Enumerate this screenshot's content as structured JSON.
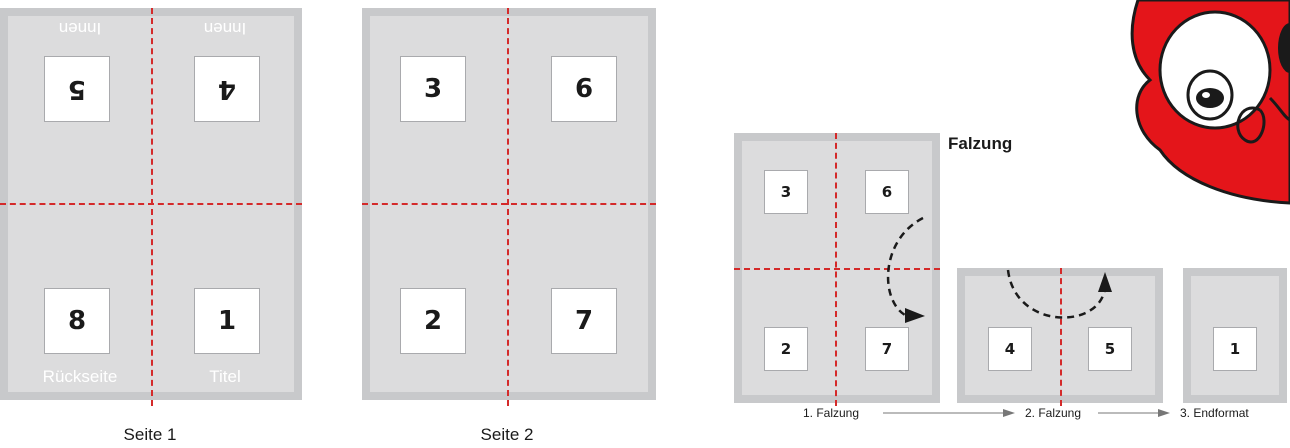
{
  "sheet1": {
    "caption": "Seite 1",
    "top_label_left": "Innen",
    "top_label_right": "Innen",
    "bottom_label_left": "Rückseite",
    "bottom_label_right": "Titel",
    "panels": [
      "5",
      "4",
      "8",
      "1"
    ]
  },
  "sheet2": {
    "caption": "Seite 2",
    "panels": [
      "3",
      "6",
      "2",
      "7"
    ]
  },
  "folding": {
    "title": "Falzung",
    "step1_panels": [
      "3",
      "6",
      "2",
      "7"
    ],
    "step2_panels": [
      "4",
      "5"
    ],
    "step3_panel": "1",
    "steps": [
      "1. Falzung",
      "2. Falzung",
      "3. Endformat"
    ]
  },
  "colors": {
    "sheet_fill": "#dcdcdd",
    "sheet_border": "#c8c9cb",
    "fold_line": "#d42a2a",
    "mascot": "#e4151a"
  },
  "icons": [
    "mascot-character",
    "fold-arrow-icon",
    "step-arrow-icon"
  ]
}
